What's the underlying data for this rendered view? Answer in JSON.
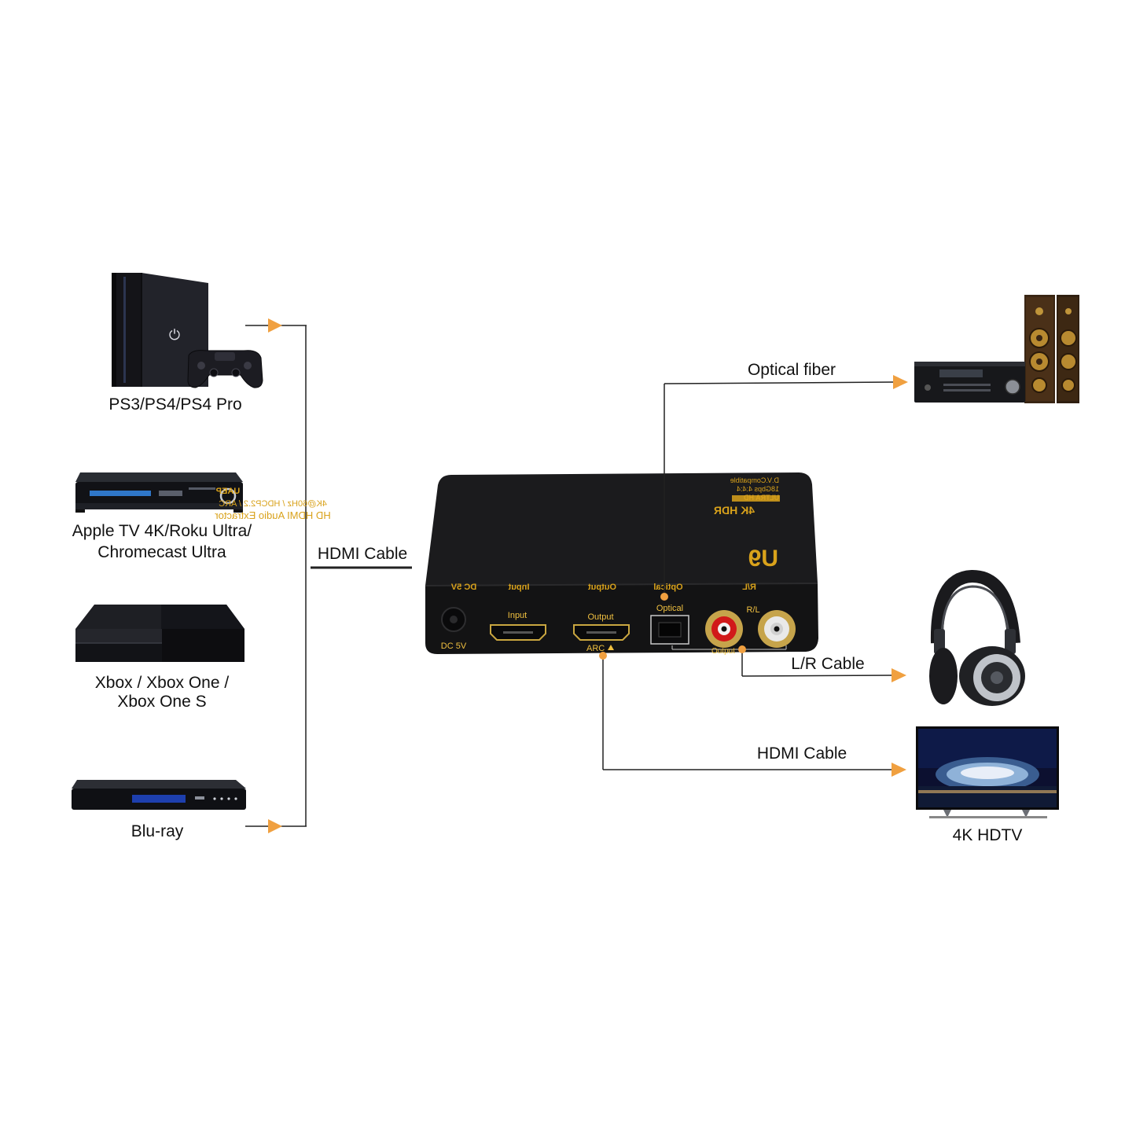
{
  "sources": [
    {
      "label": "PS3/PS4/PS4 Pro"
    },
    {
      "label_line1": "Apple TV 4K/Roku Ultra/",
      "label_line2": "Chromecast Ultra"
    },
    {
      "label_line1": "Xbox / Xbox One /",
      "label_line2": "Xbox One S"
    },
    {
      "label": "Blu-ray"
    }
  ],
  "input_cable": "HDMI Cable",
  "outputs": {
    "optical": {
      "cable": "Optical fiber"
    },
    "analog": {
      "cable": "L/R Cable"
    },
    "hdmi": {
      "cable": "HDMI Cable",
      "label": "4K HDTV"
    }
  },
  "device": {
    "top": {
      "brand": "U9",
      "hdr": "4K HDR",
      "ultra_hd": "ULTRA HD",
      "spec1": "18Gbps 4:4:4",
      "spec2": "D.V.Compatible",
      "title": "HD HDMI Audio Extractor",
      "subtitle": "4K@60Hz / HDCP2.2 / ARC",
      "model": "UAEP",
      "port_dc": "DC 5V",
      "port_input": "Input",
      "port_output": "Output",
      "port_optical": "Optical",
      "port_rl": "R/L"
    },
    "front": {
      "dc": "DC 5V",
      "input": "Input",
      "output": "Output",
      "arc": "ARC",
      "optical": "Optical",
      "rl": "R/L",
      "analog_output": "Output"
    }
  },
  "colors": {
    "arrow": "#f0a040",
    "line": "#222222",
    "device": "#1a1a1a",
    "gold": "#d9a21b"
  }
}
